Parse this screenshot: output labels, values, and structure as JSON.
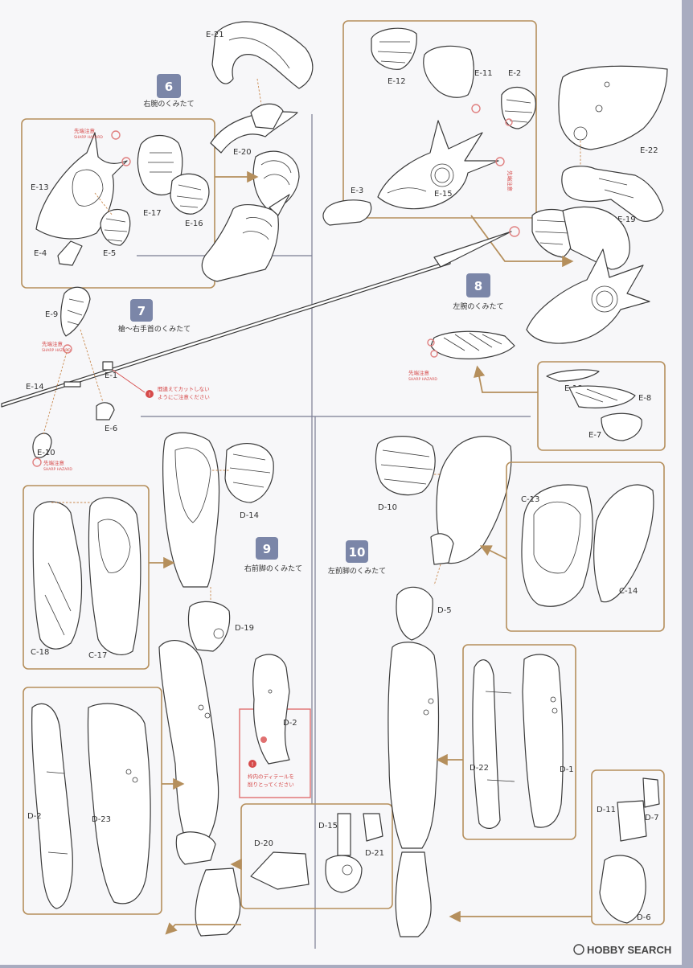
{
  "steps": [
    {
      "num": "6",
      "title": "右腕のくみたて"
    },
    {
      "num": "7",
      "title": "槍～右手首のくみたて"
    },
    {
      "num": "8",
      "title": "左腕のくみたて"
    },
    {
      "num": "9",
      "title": "右前脚のくみたて"
    },
    {
      "num": "10",
      "title": "左前脚のくみたて"
    }
  ],
  "hazard": {
    "jp": "先端注意",
    "en": "SHARP HAZARD"
  },
  "notes": {
    "cut_line1": "間違えてカットしない",
    "cut_line2": "ようにご注意ください",
    "detail_line1": "枠内のディテールを",
    "detail_line2": "削りとってください"
  },
  "parts": {
    "e21": "E-21",
    "e20": "E-20",
    "e13": "E-13",
    "e17": "E-17",
    "e16": "E-16",
    "e4": "E-4",
    "e5": "E-5",
    "e12": "E-12",
    "e11": "E-11",
    "e2": "E-2",
    "e3": "E-3",
    "e15": "E-15",
    "e22": "E-22",
    "e19": "E-19",
    "e9": "E-9",
    "e1": "E-1",
    "e14": "E-14",
    "e6": "E-6",
    "e10": "E-10",
    "e18": "E-18",
    "e8": "E-8",
    "e7": "E-7",
    "d14": "D-14",
    "d10": "D-10",
    "c13": "C-13",
    "c14": "C-14",
    "c18": "C-18",
    "c17": "C-17",
    "d19": "D-19",
    "d5": "D-5",
    "d2a": "D-2",
    "d2b": "D-2",
    "d23": "D-23",
    "d22": "D-22",
    "d1": "D-1",
    "d11": "D-11",
    "d7": "D-7",
    "d6": "D-6",
    "d15": "D-15",
    "d21": "D-21",
    "d20": "D-20"
  },
  "watermark": "HOBBY SEARCH",
  "colors": {
    "frame": "#b58f5c",
    "hazard": "#d64a4a",
    "badge": "#7b86a8",
    "edge": "#a9acc0"
  }
}
